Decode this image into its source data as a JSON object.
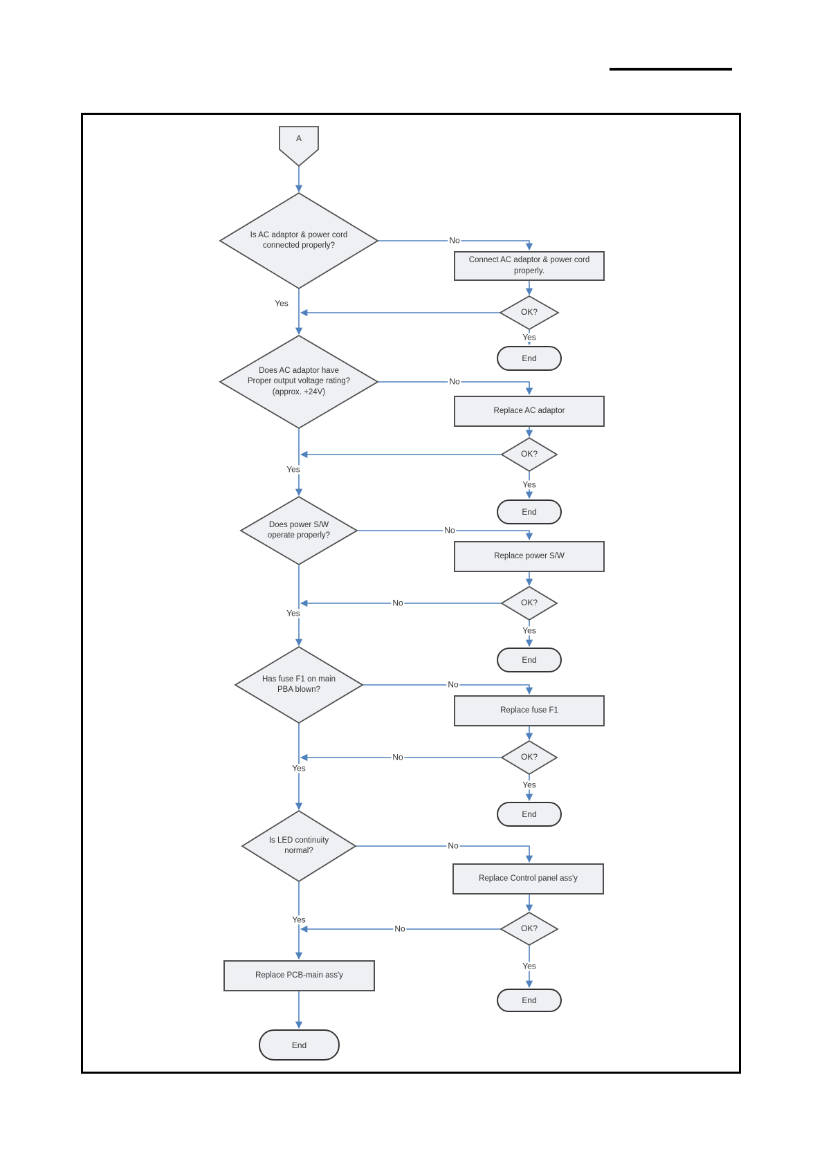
{
  "page": {
    "connector_label": "A"
  },
  "labels": {
    "yes": "Yes",
    "no": "No",
    "ok": "OK?",
    "end": "End"
  },
  "decisions": [
    {
      "label": "Is AC adaptor & power cord\nconnected properly?"
    },
    {
      "label": "Does AC adaptor have\nProper output voltage rating?\n(approx. +24V)"
    },
    {
      "label": "Does power S/W\noperate properly?"
    },
    {
      "label": "Has fuse F1 on main\nPBA blown?"
    },
    {
      "label": "Is LED continuity\nnormal?"
    }
  ],
  "actions": [
    {
      "label": "Connect AC adaptor & power cord\nproperly."
    },
    {
      "label": "Replace AC adaptor"
    },
    {
      "label": "Replace power S/W"
    },
    {
      "label": "Replace fuse F1"
    },
    {
      "label": "Replace Control panel ass'y"
    },
    {
      "label": "Replace PCB-main ass'y"
    }
  ],
  "colors": {
    "flow_line": "#4f81bd",
    "shape_fill": "#eef0f4",
    "shape_border": "#4f4f4f",
    "terminator_border": "#333333",
    "frame_border": "#000000"
  }
}
